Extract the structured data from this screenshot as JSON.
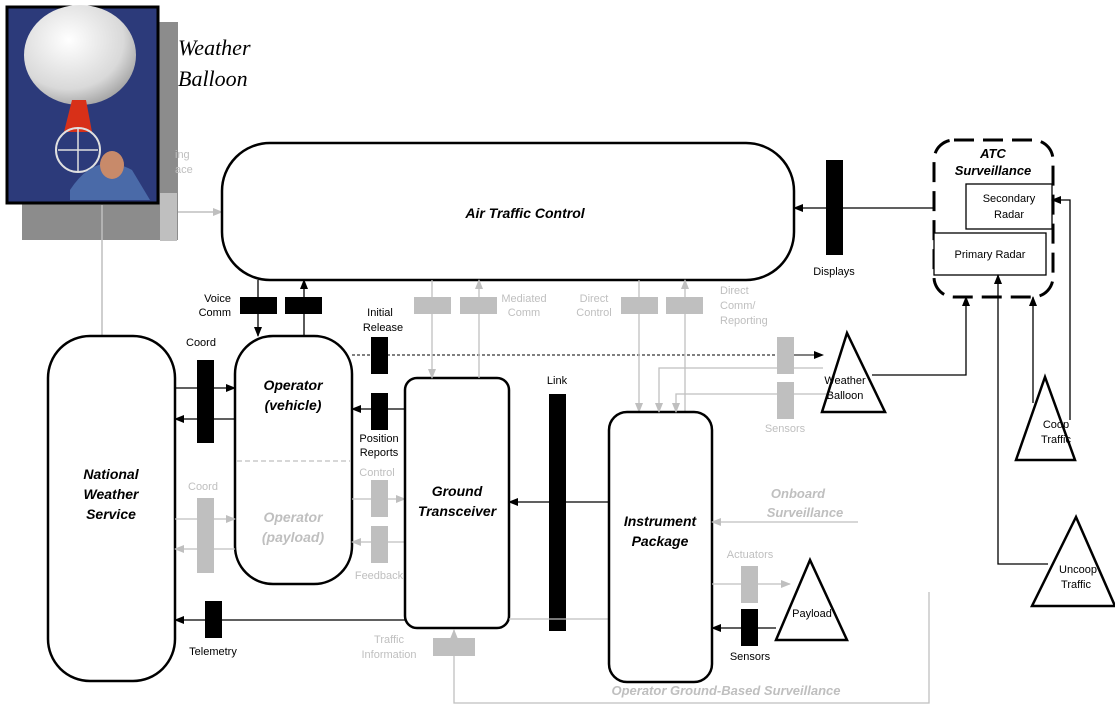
{
  "photo": {
    "caption_line1": "Weather",
    "caption_line2": "Balloon",
    "hidden_label_1": "ing",
    "hidden_label_2": "ace"
  },
  "nodes": {
    "air_traffic_control": "Air Traffic Control",
    "operator_vehicle_1": "Operator",
    "operator_vehicle_2": "(vehicle)",
    "operator_payload_1": "Operator",
    "operator_payload_2": "(payload)",
    "nws_1": "National",
    "nws_2": "Weather",
    "nws_3": "Service",
    "ground_transceiver_1": "Ground",
    "ground_transceiver_2": "Transceiver",
    "instrument_package_1": "Instrument",
    "instrument_package_2": "Package",
    "atc_surveillance_1": "ATC",
    "atc_surveillance_2": "Surveillance",
    "secondary_radar_1": "Secondary",
    "secondary_radar_2": "Radar",
    "primary_radar": "Primary Radar",
    "weather_balloon_1": "Weather",
    "weather_balloon_2": "Balloon",
    "coop_traffic_1": "Coop",
    "coop_traffic_2": "Traffic",
    "uncoop_traffic_1": "Uncoop",
    "uncoop_traffic_2": "Traffic",
    "payload": "Payload"
  },
  "labels": {
    "displays": "Displays",
    "voice_comm_1": "Voice",
    "voice_comm_2": "Comm",
    "initial_release_1": "Initial",
    "initial_release_2": "Release",
    "mediated_comm_1": "Mediated",
    "mediated_comm_2": "Comm",
    "direct_control_1": "Direct",
    "direct_control_2": "Control",
    "direct_comm_1": "Direct",
    "direct_comm_2": "Comm/",
    "direct_comm_3": "Reporting",
    "coord_top": "Coord",
    "coord_bottom": "Coord",
    "position_reports_1": "Position",
    "position_reports_2": "Reports",
    "control": "Control",
    "feedback": "Feedback",
    "link": "Link",
    "sensors_top": "Sensors",
    "sensors_bottom": "Sensors",
    "onboard_surveillance_1": "Onboard",
    "onboard_surveillance_2": "Surveillance",
    "actuators": "Actuators",
    "telemetry": "Telemetry",
    "traffic_information_1": "Traffic",
    "traffic_information_2": "Information",
    "operator_ground_based_surveillance": "Operator Ground-Based Surveillance"
  },
  "colors": {
    "dark": "#000000",
    "gray": "#bfbfbf",
    "gray_text": "#a6a6a6",
    "photo_sky": "#2c3a7a",
    "photo_shadow": "#8c8c8c"
  }
}
